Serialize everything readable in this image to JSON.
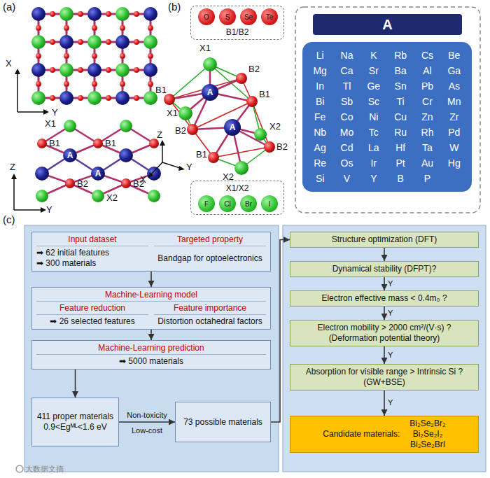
{
  "diagram": {
    "nodes": [
      {
        "text": [
          "B1/B2"
        ]
      },
      {
        "text": [
          "O"
        ],
        "in": 0
      },
      {
        "text": [
          "S"
        ],
        "in": 0
      },
      {
        "text": [
          "Se"
        ],
        "in": 0
      },
      {
        "text": [
          "Te"
        ],
        "in": 0
      },
      {
        "text": [
          "X1/X2"
        ]
      },
      {
        "text": [
          "F"
        ],
        "in": 5
      },
      {
        "text": [
          "Cl"
        ],
        "in": 5
      },
      {
        "text": [
          "Br"
        ],
        "in": 5
      },
      {
        "text": [
          "I"
        ],
        "in": 5
      },
      {
        "text": [
          "A"
        ]
      },
      {
        "text": [
          "Li",
          "Na",
          "K",
          "Rb",
          "Cs",
          "Be",
          "Mg",
          "Ca",
          "Sr",
          "Ba",
          "Al",
          "Ga",
          "In",
          "Tl",
          "Ge",
          "Sn",
          "Pb",
          "As",
          "Bi",
          "Sb",
          "Sc",
          "Ti",
          "Cr",
          "Mn",
          "Fe",
          "Co",
          "Ni",
          "Cu",
          "Zn",
          "Zr",
          "Nb",
          "Mo",
          "Tc",
          "Ru",
          "Rh",
          "Pd",
          "Ag",
          "Cd",
          "La",
          "Hf",
          "Ta",
          "W",
          "Re",
          "Os",
          "Ir",
          "Pt",
          "Au",
          "Hg",
          "Si",
          "V",
          "Y",
          "B",
          "P"
        ]
      },
      {
        "text": [
          "Input dataset",
          "Targeted property",
          "➡ 62 initial features",
          "➡ 300 materials",
          "Bandgap for optoelectronics"
        ]
      },
      {
        "text": [
          "Machine-Learning model",
          "Feature reduction",
          "Feature importance",
          "➡ 26 selected features",
          "Distortion octahedral factors"
        ]
      },
      {
        "text": [
          "Machine-Learning prediction",
          "➡ 5000 materials"
        ]
      },
      {
        "text": [
          "411 proper materials",
          "0.9<Egᴹᴸ<1.6 eV"
        ]
      },
      {
        "text": [
          "73 possible materials"
        ]
      },
      {
        "text": [
          "Structure optimization (DFT)"
        ]
      },
      {
        "text": [
          "Dynamical stability (DFPT)?"
        ]
      },
      {
        "text": [
          "Electron effective mass < 0.4m₀ ?"
        ]
      },
      {
        "text": [
          "Electron mobility > 2000 cm²/(V·s) ?",
          "(Deformation potential theory)"
        ]
      },
      {
        "text": [
          "Absorption for visible range > Intrinsic Si ?",
          "(GW+BSE)"
        ]
      },
      {
        "text": [
          "Candidate materials:",
          "Bi₂Se₂Br₂",
          "Bi₂Se₂I₂",
          "Bi₂Se₂BrI"
        ]
      }
    ],
    "edges": [
      {
        "from": 12,
        "to": 13,
        "arrow": "to"
      },
      {
        "from": 13,
        "to": 14,
        "arrow": "to"
      },
      {
        "from": 14,
        "to": 15,
        "arrow": "to"
      },
      {
        "from": 15,
        "to": 16,
        "label": "Non-toxicity",
        "arrow": "to"
      },
      {
        "from": 16,
        "to": 17,
        "arrow": "to"
      },
      {
        "from": 17,
        "to": 18,
        "arrow": "to"
      },
      {
        "from": 18,
        "to": 19,
        "label": "Y",
        "arrow": "to"
      },
      {
        "from": 19,
        "to": 20,
        "label": "Y",
        "arrow": "to"
      },
      {
        "from": 20,
        "to": 21,
        "label": "Y",
        "arrow": "to"
      },
      {
        "from": 21,
        "to": 22,
        "label": "Y",
        "arrow": "to"
      }
    ],
    "labels": [
      "(a)",
      "X",
      "Y",
      "X1",
      "B1",
      "A",
      "B1",
      "B2",
      "A",
      "B2",
      "X2",
      "Z",
      "Y",
      "(b)",
      "X1",
      "B2",
      "B1",
      "A",
      "B1",
      "X1",
      "B2",
      "A",
      "X2",
      "B2",
      "B1",
      "X2",
      "Z",
      "Y",
      "X",
      "(c)",
      "Low-cost",
      "大数据文摘"
    ]
  }
}
